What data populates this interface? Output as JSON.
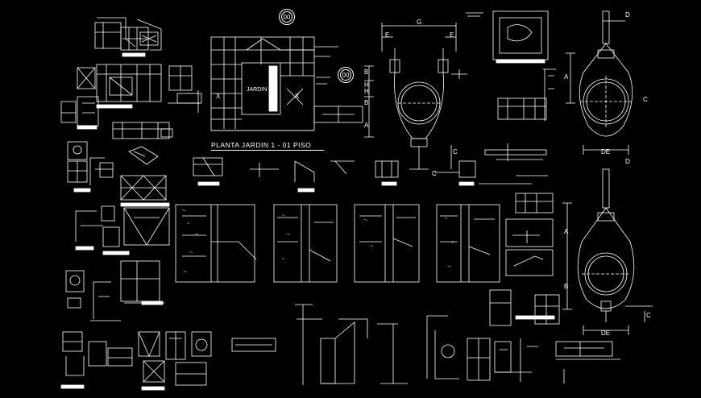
{
  "plan": {
    "title": "PLANTA JARDIN 1 - 01 PISO",
    "room_label": "JARDIN",
    "bubble_top": "00",
    "bubble_right": "00",
    "x_marks": [
      "X",
      "X"
    ]
  },
  "hanger_top": {
    "dims": [
      "G",
      "B",
      "H",
      "H",
      "B",
      "A",
      "C",
      "C",
      "E",
      "E"
    ]
  },
  "hanger_right_1": {
    "dims": [
      "D",
      "A",
      "C",
      "DE"
    ]
  },
  "hanger_right_2": {
    "dims": [
      "D",
      "A",
      "B",
      "C",
      "DE"
    ]
  }
}
